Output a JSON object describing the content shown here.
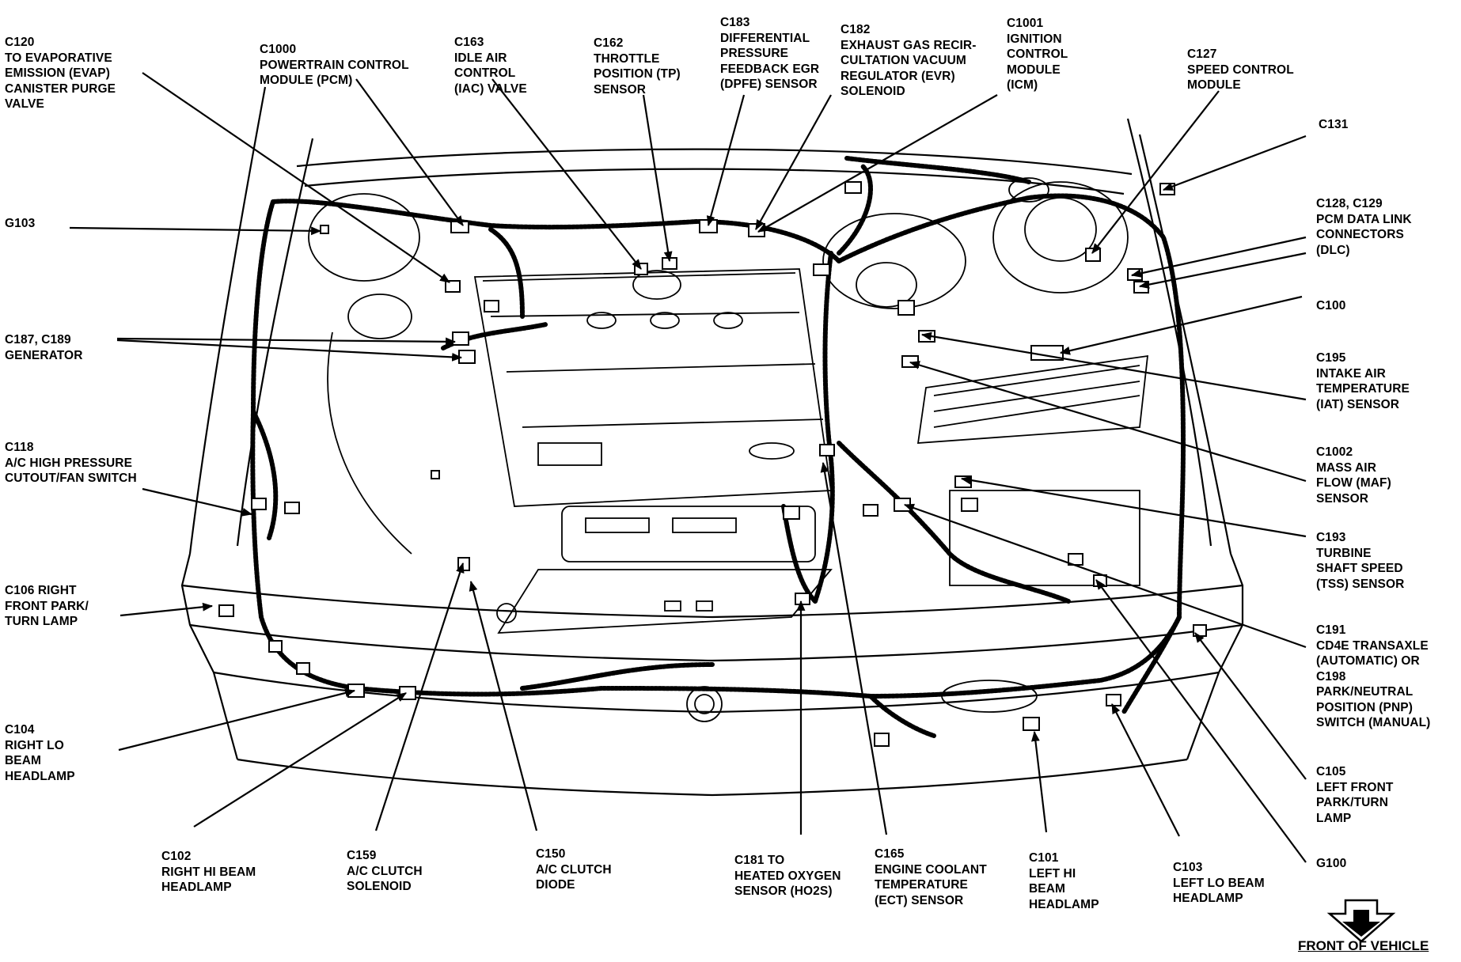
{
  "labels": [
    {
      "id": "c120",
      "lines": [
        "C120",
        "TO EVAPORATIVE",
        "EMISSION (EVAP)",
        "CANISTER PURGE",
        "VALVE"
      ]
    },
    {
      "id": "c1000",
      "lines": [
        "C1000",
        "POWERTRAIN CONTROL",
        "MODULE  (PCM)"
      ]
    },
    {
      "id": "c163",
      "lines": [
        "C163",
        "IDLE AIR",
        "CONTROL",
        "(IAC) VALVE"
      ]
    },
    {
      "id": "c162",
      "lines": [
        "C162",
        "THROTTLE",
        "POSITION (TP)",
        "SENSOR"
      ]
    },
    {
      "id": "c183",
      "lines": [
        "C183",
        "DIFFERENTIAL",
        "PRESSURE",
        "FEEDBACK EGR",
        "(DPFE) SENSOR"
      ]
    },
    {
      "id": "c182",
      "lines": [
        "C182",
        "EXHAUST GAS RECIR-",
        "CULTATION VACUUM",
        "REGULATOR (EVR)",
        "SOLENOID"
      ]
    },
    {
      "id": "c1001",
      "lines": [
        "C1001",
        "IGNITION",
        "CONTROL",
        "MODULE",
        "(ICM)"
      ]
    },
    {
      "id": "c127",
      "lines": [
        "C127",
        "SPEED CONTROL",
        "MODULE"
      ]
    },
    {
      "id": "c131",
      "lines": [
        "C131"
      ]
    },
    {
      "id": "c128",
      "lines": [
        "C128, C129",
        "PCM DATA LINK",
        "CONNECTORS",
        "(DLC)"
      ]
    },
    {
      "id": "c100",
      "lines": [
        "C100"
      ]
    },
    {
      "id": "c195",
      "lines": [
        "C195",
        "INTAKE AIR",
        "TEMPERATURE",
        "(IAT) SENSOR"
      ]
    },
    {
      "id": "c1002",
      "lines": [
        "C1002",
        "MASS AIR",
        "FLOW (MAF)",
        "SENSOR"
      ]
    },
    {
      "id": "c193",
      "lines": [
        "C193",
        "TURBINE",
        "SHAFT SPEED",
        "(TSS) SENSOR"
      ]
    },
    {
      "id": "c191",
      "lines": [
        "C191",
        "CD4E TRANSAXLE",
        "(AUTOMATIC) OR",
        "C198",
        "PARK/NEUTRAL",
        "POSITION (PNP)",
        "SWITCH (MANUAL)"
      ]
    },
    {
      "id": "c105",
      "lines": [
        "C105",
        "LEFT FRONT",
        "PARK/TURN",
        "LAMP"
      ]
    },
    {
      "id": "g100",
      "lines": [
        "G100"
      ]
    },
    {
      "id": "c103",
      "lines": [
        "C103",
        "LEFT LO BEAM",
        "HEADLAMP"
      ]
    },
    {
      "id": "c101",
      "lines": [
        "C101",
        "LEFT HI",
        "BEAM",
        "HEADLAMP"
      ]
    },
    {
      "id": "c165",
      "lines": [
        "C165",
        "ENGINE COOLANT",
        "TEMPERATURE",
        "(ECT) SENSOR"
      ]
    },
    {
      "id": "c181",
      "lines": [
        "C181 TO",
        "HEATED OXYGEN",
        "SENSOR (HO2S)"
      ]
    },
    {
      "id": "c150",
      "lines": [
        "C150",
        "A/C CLUTCH",
        "DIODE"
      ]
    },
    {
      "id": "c159",
      "lines": [
        "C159",
        "A/C CLUTCH",
        "SOLENOID"
      ]
    },
    {
      "id": "c102",
      "lines": [
        "C102",
        "RIGHT HI BEAM",
        "HEADLAMP"
      ]
    },
    {
      "id": "c104",
      "lines": [
        "C104",
        "RIGHT LO",
        "BEAM",
        "HEADLAMP"
      ]
    },
    {
      "id": "c106",
      "lines": [
        "C106 RIGHT",
        "FRONT PARK/",
        "TURN LAMP"
      ]
    },
    {
      "id": "c118",
      "lines": [
        "C118",
        "A/C HIGH PRESSURE",
        "CUTOUT/FAN SWITCH"
      ]
    },
    {
      "id": "c187",
      "lines": [
        "C187, C189",
        "GENERATOR"
      ]
    },
    {
      "id": "g103",
      "lines": [
        "G103"
      ]
    }
  ],
  "footer": {
    "front_of_vehicle": "FRONT OF VEHICLE"
  }
}
